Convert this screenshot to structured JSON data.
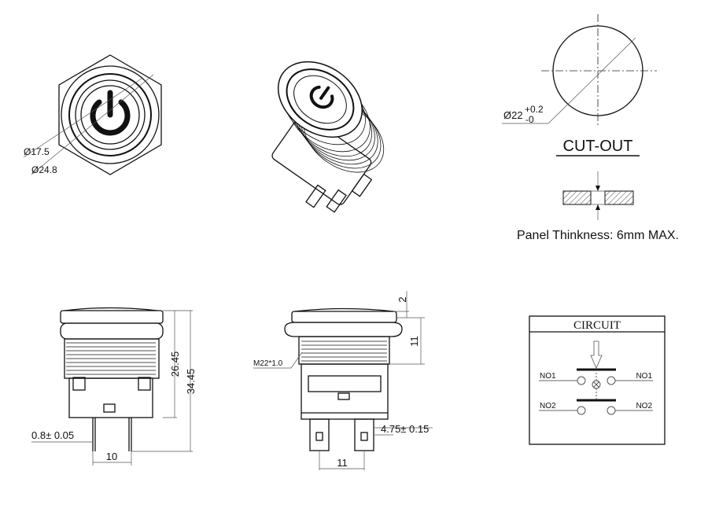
{
  "top_view": {
    "dim_inner": "Ø17.5",
    "dim_outer": "Ø24.8"
  },
  "cutout": {
    "dim_base": "Ø22",
    "tol_plus": "+0.2",
    "tol_minus": "-0",
    "title": "CUT-OUT",
    "panel_note": "Panel Thinkness: 6mm MAX."
  },
  "side_view_left": {
    "height_body": "26.45",
    "height_total": "34.45",
    "pin_thickness": "0.8± 0.05",
    "pin_spacing": "10"
  },
  "side_view_right": {
    "cap_height": "2",
    "nut_height": "11",
    "thread": "M22*1.0",
    "terminal_width": "4.75± 0.15",
    "terminal_spacing": "11"
  },
  "circuit": {
    "title": "CIRCUIT",
    "left_labels": [
      "NO1",
      "NO2"
    ],
    "right_labels": [
      "NO1",
      "NO2"
    ]
  }
}
